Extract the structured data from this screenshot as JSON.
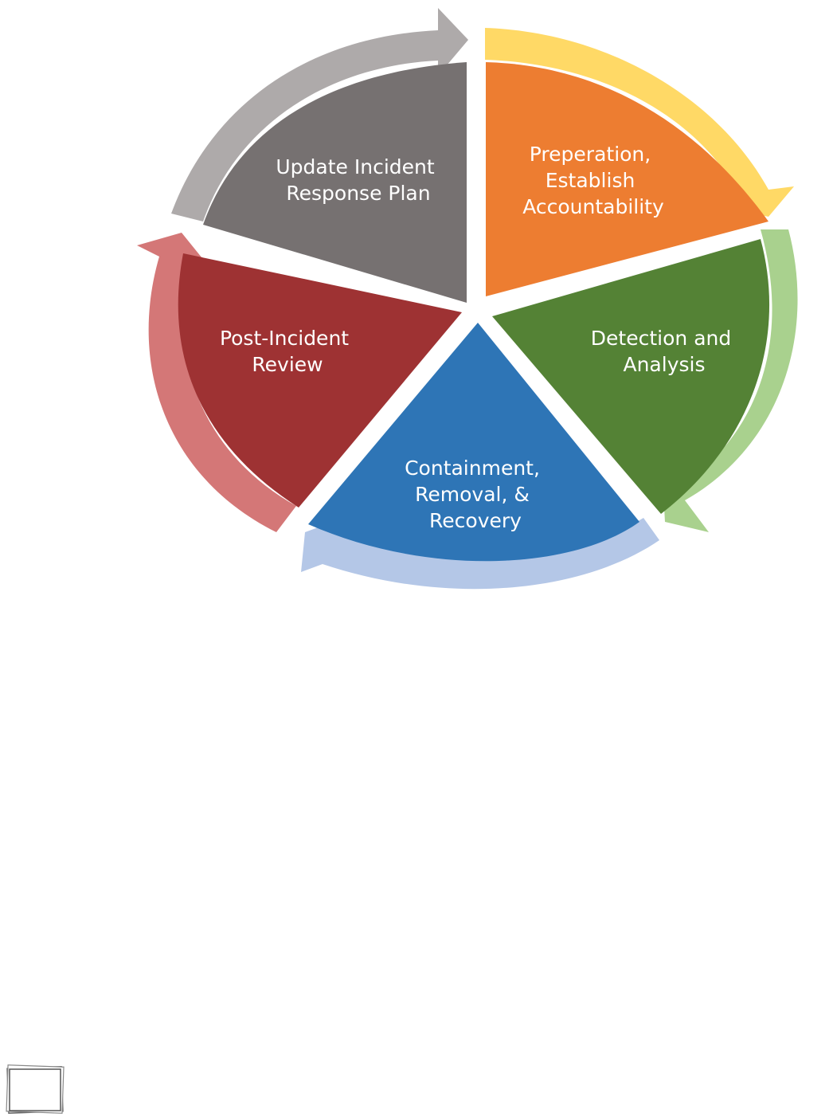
{
  "diagram": {
    "stages": [
      {
        "id": "preparation",
        "label_lines": [
          "Preperation,",
          "Establish",
          "Accountability"
        ],
        "fill_color": "#ED7D31",
        "arrow_color": "#FFD966"
      },
      {
        "id": "detection",
        "label_lines": [
          "Detection and",
          "Analysis"
        ],
        "fill_color": "#548235",
        "arrow_color": "#A9D18E"
      },
      {
        "id": "containment",
        "label_lines": [
          "Containment,",
          "Removal, &",
          "Recovery"
        ],
        "fill_color": "#2E75B6",
        "arrow_color": "#B4C7E7"
      },
      {
        "id": "post-incident",
        "label_lines": [
          "Post-Incident",
          "Review"
        ],
        "fill_color": "#9E3233",
        "arrow_color": "#D47777"
      },
      {
        "id": "update-plan",
        "label_lines": [
          "Update Incident",
          "Response Plan"
        ],
        "fill_color": "#767171",
        "arrow_color": "#AEAAAA"
      }
    ]
  },
  "icons": {
    "page_thumbnail": "page-thumbnail-icon"
  }
}
